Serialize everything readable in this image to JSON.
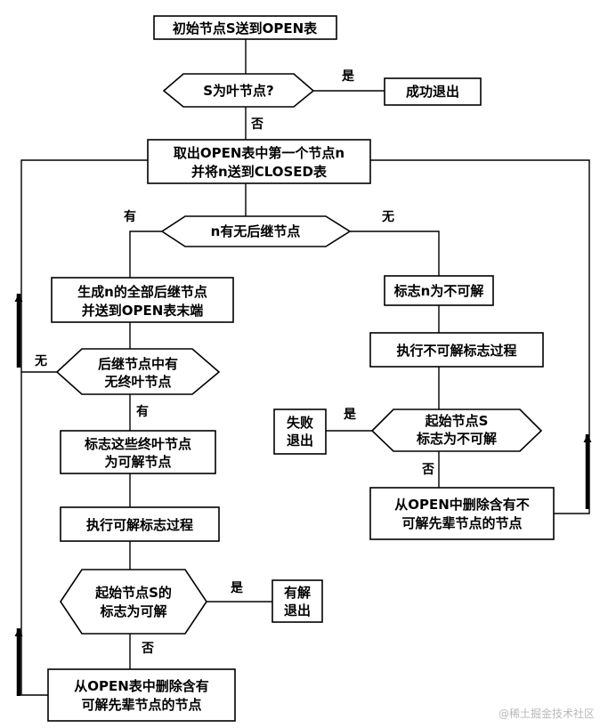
{
  "nodes": {
    "start": [
      "初始节点S送到OPEN表"
    ],
    "s_is_leaf": [
      "S为叶节点?"
    ],
    "success_exit": [
      "成功退出"
    ],
    "take_first": [
      "取出OPEN表中第一个节点n",
      "并将n送到CLOSED表"
    ],
    "has_successors": [
      "n有无后继节点"
    ],
    "generate_successors": [
      "生成n的全部后继节点",
      "并送到OPEN表末端"
    ],
    "has_leaf_successors": [
      "后继节点中有",
      "无终叶节点"
    ],
    "mark_leaves_solvable": [
      "标志这些终叶节点",
      "为可解节点"
    ],
    "run_solvable_marking": [
      "执行可解标志过程"
    ],
    "start_solvable": [
      "起始节点S的",
      "标志为可解"
    ],
    "solution_exit": [
      "有解",
      "退出"
    ],
    "remove_solvable_ancestors": [
      "从OPEN表中删除含有",
      "可解先辈节点的节点"
    ],
    "mark_unsolvable": [
      "标志n为不可解"
    ],
    "run_unsolvable_marking": [
      "执行不可解标志过程"
    ],
    "start_unsolvable": [
      "起始节点S",
      "标志为不可解"
    ],
    "failure_exit": [
      "失败",
      "退出"
    ],
    "remove_unsolvable_ancestors": [
      "从OPEN中删除含有不",
      "可解先辈节点的节点"
    ]
  },
  "edge_labels": {
    "leaf_yes": "是",
    "leaf_no": "否",
    "succ_yes": "有",
    "succ_no": "无",
    "leafsucc_no": "无",
    "leafsucc_yes": "有",
    "solvable_yes": "是",
    "solvable_no": "否",
    "unsolvable_yes": "是",
    "unsolvable_no": "否"
  },
  "watermark": "@稀土掘金技术社区"
}
